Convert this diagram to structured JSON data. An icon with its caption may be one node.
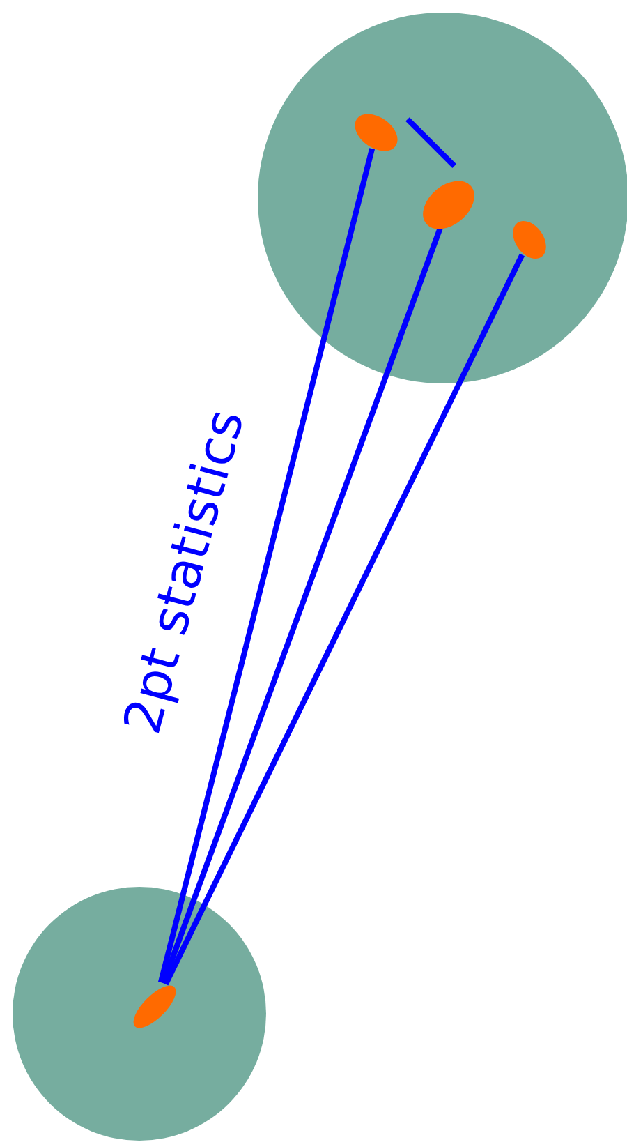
{
  "diagram": {
    "nodes": [
      {
        "text": [],
        "shape": "circle"
      },
      {
        "text": [],
        "shape": "ellipse",
        "in": 0
      },
      {
        "text": [],
        "shape": "ellipse",
        "in": 0
      },
      {
        "text": [],
        "shape": "ellipse",
        "in": 0
      },
      {
        "text": [],
        "shape": "circle"
      },
      {
        "text": [],
        "shape": "ellipse",
        "in": 4
      }
    ],
    "edges": [
      {
        "from": 5,
        "to": 1,
        "arrow": "none"
      },
      {
        "from": 5,
        "to": 2,
        "arrow": "none"
      },
      {
        "from": 5,
        "to": 3,
        "arrow": "none"
      },
      {
        "from": 1,
        "to": 2,
        "arrow": "none"
      }
    ],
    "labels": [
      "2pt statistics"
    ]
  }
}
